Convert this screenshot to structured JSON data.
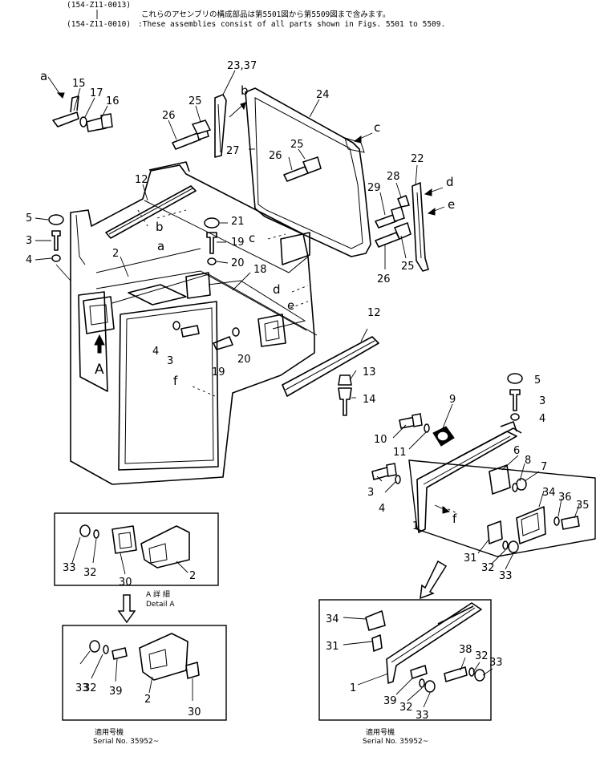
{
  "header": {
    "line1_code": "(154-Z11-0013)",
    "line1_text": "これらのアセンブリの構成部品は第5501図から第5509図まで含みます。",
    "line2_code": "(154-Z11-0010)",
    "line2_text": ":These assemblies consist of all parts shown in Figs. 5501 to 5509."
  },
  "detail": {
    "jp": "A 詳 細",
    "en": "Detail A"
  },
  "serial_left": {
    "jp": "適用号機",
    "en": "Serial No. 35952~"
  },
  "serial_right": {
    "jp": "適用号機",
    "en": "Serial No. 35952~"
  },
  "callouts": {
    "c23_37": "23,37",
    "c24": "24",
    "c25a": "25",
    "c25b": "25",
    "c25c": "25",
    "c26a": "26",
    "c26b": "26",
    "c26c": "26",
    "c27": "27",
    "c15": "15",
    "c17": "17",
    "c16": "16",
    "c12a": "12",
    "c12b": "12",
    "c5a": "5",
    "c5b": "5",
    "c3a": "3",
    "c3b": "3",
    "c3c": "3",
    "c3d": "3",
    "c4a": "4",
    "c4b": "4",
    "c4c": "4",
    "c4d": "4",
    "c21": "21",
    "c19a": "19",
    "c19b": "19",
    "c20a": "20",
    "c20b": "20",
    "c18": "18",
    "c2a": "2",
    "c2b": "2",
    "c2c": "2",
    "c22": "22",
    "c28": "28",
    "c29": "29",
    "c13": "13",
    "c14": "14",
    "c9": "9",
    "c10": "10",
    "c11": "11",
    "c6": "6",
    "c7": "7",
    "c8": "8",
    "c34a": "34",
    "c34b": "34",
    "c36": "36",
    "c35": "35",
    "c1a": "1",
    "c1b": "1",
    "c31a": "31",
    "c31b": "31",
    "c32a": "32",
    "c32b": "32",
    "c32c": "32",
    "c32d": "32",
    "c32e": "32",
    "c33a": "33",
    "c33b": "33",
    "c33c": "33",
    "c33d": "33",
    "c33e": "33",
    "c30a": "30",
    "c30b": "30",
    "c39a": "39",
    "c39b": "39",
    "c38": "38"
  },
  "refs": {
    "a1": "a",
    "a2": "a",
    "b1": "b",
    "b2": "b",
    "c1": "c",
    "c2": "c",
    "d1": "d",
    "d2": "d",
    "e1": "e",
    "e2": "e",
    "f1": "f",
    "f2": "f",
    "A": "A"
  }
}
